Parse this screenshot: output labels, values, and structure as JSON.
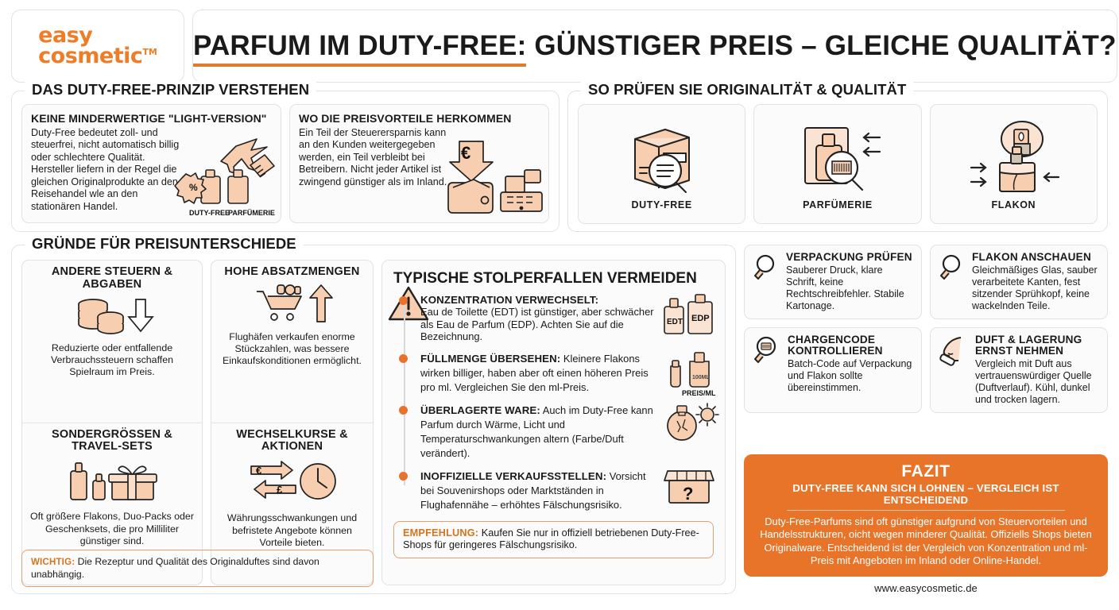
{
  "brand": {
    "logo_line1": "easy",
    "logo_line2": "cosmetic",
    "tm": "TM",
    "accent": "#ef7d28",
    "url": "www.easycosmetic.de"
  },
  "header": {
    "title_highlight": "PARFUM IM DUTY-FREE:",
    "title_rest": " GÜNSTIGER PREIS – GLEICHE QUALITÄT?"
  },
  "principle_section": {
    "legend": "DAS DUTY-FREE-PRINZIP VERSTEHEN",
    "cards": [
      {
        "title": "KEINE MINDERWERTIGE \"LIGHT-VERSION\"",
        "text": "Duty-Free bedeutet zoll- und steuerfrei, nicht automatisch billig oder schlechtere Qualität. Hersteller liefern in der Regel die gleichen Originalprodukte an den Reisehandel wle an den stationären Handel.",
        "icon_labels": [
          "DUTY-FREE",
          "PARFÜMERIE"
        ]
      },
      {
        "title": "WO DIE PREISVORTEILE HERKOMMEN",
        "text": "Ein Teil der Steuerersparnis kann an den Kunden weitergegeben werden, ein Teil verbleibt bei Betreibern. Nicht jeder Artikel ist zwingend günstiger als im Inland.",
        "icon_labels": []
      }
    ]
  },
  "quality_section": {
    "legend": "SO PRÜFEN SIE ORIGINALITÄT & QUALITÄT",
    "tiles": [
      {
        "label": "DUTY-FREE",
        "icon": "box-magnifier-icon"
      },
      {
        "label": "PARFÜMERIE",
        "icon": "bottle-barcode-magnifier-icon"
      },
      {
        "label": "FLAKON",
        "icon": "flacon-spray-icon"
      }
    ],
    "checks": [
      {
        "icon": "magnifier-icon",
        "title": "VERPACKUNG PRÜFEN",
        "text": "Sauberer Druck, klare Schrift, keine Rechtschreibfehler. Stabile Kartonage."
      },
      {
        "icon": "magnifier-icon",
        "title": "FLAKON ANSCHAUEN",
        "text": "Gleichmäßiges Glas, sauber verarbeitete Kanten, fest sitzender Sprühkopf, keine wackelnden Teile."
      },
      {
        "icon": "magnifier-batchcode-icon",
        "title": "CHARGENCODE KONTROLLIEREN",
        "text": "Batch-Code auf Verpackung und Flakon sollte übereinstimmen."
      },
      {
        "icon": "nose-smell-icon",
        "title": "DUFT & LAGERUNG ERNST NEHMEN",
        "text": "Vergleich mit Duft aus vertrauenswürdiger Quelle (Duftverlauf). Kühl, dunkel und trocken lagern."
      }
    ]
  },
  "reasons_section": {
    "legend": "GRÜNDE FÜR PREISUNTERSCHIEDE",
    "items": [
      {
        "title": "ANDERE STEUERN & ABGABEN",
        "icon": "coins-down-arrow-icon",
        "text": "Reduzierte oder entfallende Verbrauchssteuern schaffen Spielraum im Preis."
      },
      {
        "title": "SONDERGRÖSSEN & TRAVEL-SETS",
        "icon": "bottles-gift-icon",
        "text": "Oft größere Flakons, Duo-Packs oder Geschenksets, die pro Milliliter günstiger sind."
      },
      {
        "title": "HOHE ABSATZMENGEN",
        "icon": "cart-up-arrow-icon",
        "text": "Flughäfen verkaufen enorme Stückzahlen, was bessere Einkaufskonditionen ermöglicht."
      },
      {
        "title": "WECHSELKURSE & AKTIONEN",
        "icon": "currency-exchange-clock-icon",
        "text": "Währungsschwankungen und befristete Angebote können Vorteile bieten."
      }
    ],
    "footnote_label": "WICHTIG:",
    "footnote_text": " Die Rezeptur und Qualität des Originalduftes sind davon unabhängig."
  },
  "pitfalls": {
    "title": "TYPISCHE STOLPERFALLEN VERMEIDEN",
    "warning_icon": "warning-triangle-icon",
    "items": [
      {
        "title": "KONZENTRATION VERWECHSELT:",
        "text": "Eau de Toilette (EDT) ist günstiger, aber schwächer als Eau de Parfum (EDP). Achten Sie auf die Bezeichnung.",
        "icon": "edt-edp-bottles-icon",
        "icon_labels": [
          "EDT",
          "EDP"
        ]
      },
      {
        "title": "FÜLLMENGE ÜBERSEHEN:",
        "text": " Kleinere Flakons wirken billiger, haben aber oft einen höheren Preis pro ml. Vergleichen Sie den ml-Preis.",
        "icon": "two-bottles-icon",
        "icon_labels": [
          "PREIS/ML"
        ]
      },
      {
        "title": "ÜBERLAGERTE WARE:",
        "text": " Auch im Duty-Free kann Parfum durch Wärme, Licht und Temperaturschwankungen altern (Farbe/Duft verändert).",
        "icon": "sun-aged-bottle-icon",
        "icon_labels": []
      },
      {
        "title": "INOFFIZIELLE VERKAUFSSTELLEN:",
        "text": " Vorsicht bei Souvenirshops oder Marktständen in Flughafennähe – erhöhtes Fälschungsrisiko.",
        "icon": "market-stall-question-icon",
        "icon_labels": [
          "?"
        ]
      }
    ],
    "note_label": "EMPFEHLUNG:",
    "note_text": " Kaufen Sie nur in offiziell betriebenen Duty-Free-Shops für geringeres Fälschungsrisiko."
  },
  "fazit": {
    "heading": "FAZIT",
    "subheading": "DUTY-FREE KANN SICH LOHNEN – VERGLEICH IST ENTSCHEIDEND",
    "body": "Duty-Free-Parfums sind oft günstiger aufgrund von Steuervorteilen und Handelsstrukturen, oicht wegen minderer Qualitāt. Offiziells Shops bieten Originalware. Entscheidend ist der Vergleich von Konzentration und ml-Preis mit Angeboten im Inland oder Online-Handel.",
    "color": "#e8742a"
  }
}
